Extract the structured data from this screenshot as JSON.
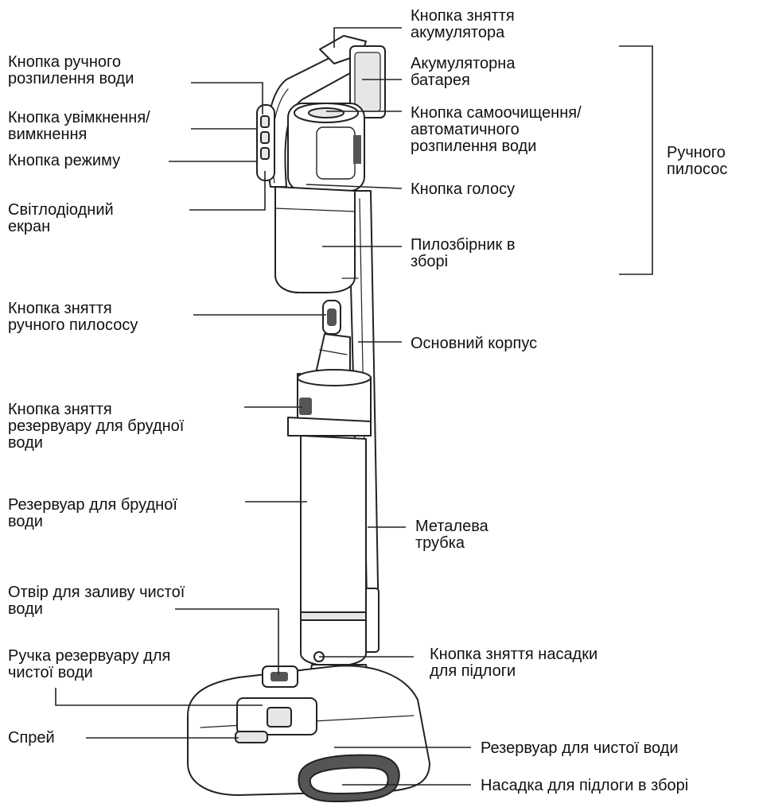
{
  "labels": {
    "battery_release_button": "Кнопка зняття\nакумулятора",
    "battery": "Акумуляторна\nбатарея",
    "self_clean_button": "Кнопка самоочищення/\nавтоматичного\nрозпилення води",
    "voice_button": "Кнопка голосу",
    "dust_bin": "Пилозбірник в\nзборі",
    "main_body": "Основний корпус",
    "metal_tube": "Металева\nтрубка",
    "floor_head_release_button": "Кнопка зняття насадки\nдля підлоги",
    "clean_water_tank": "Резервуар для чистої води",
    "floor_head_assembly": "Насадка для підлоги в зборі",
    "manual_spray_button": "Кнопка ручного\nрозпилення води",
    "power_button": "Кнопка увімкнення/\nвимкнення",
    "mode_button": "Кнопка режиму",
    "led_screen": "Світлодіодний\nекран",
    "handheld_release_button": "Кнопка зняття\nручного пилососу",
    "dirty_tank_release_button": "Кнопка зняття\nрезервуару для брудної\nводи",
    "dirty_water_tank": "Резервуар для брудної\nводи",
    "clean_water_inlet": "Отвір для заливу чистої\nводи",
    "clean_tank_handle": "Ручка резервуару для\nчистої води",
    "spray": "Спрей",
    "handheld_group": "Ручного\nпилосос"
  },
  "colors": {
    "line": "#222222",
    "fill": "#ffffff",
    "shade": "#e6e6e6",
    "dark": "#555555"
  }
}
